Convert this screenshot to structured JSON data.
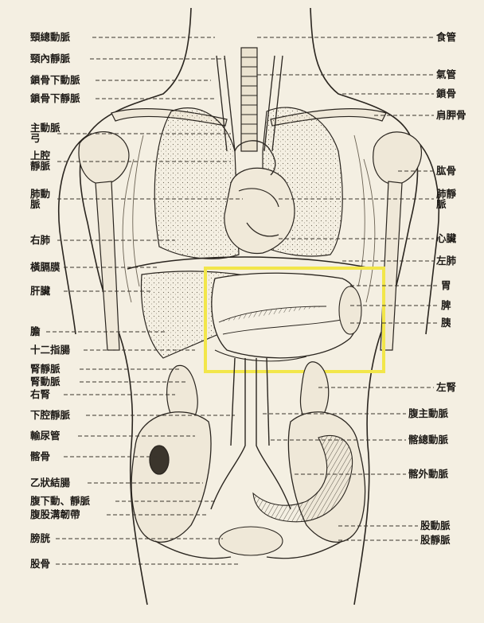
{
  "labels_left": [
    {
      "id": "l-jugular-carotid",
      "text": "頸總動脈"
    },
    {
      "id": "l-int-jugular",
      "text": "頸內靜脈"
    },
    {
      "id": "l-subclavian-a",
      "text": "鎖骨下動脈"
    },
    {
      "id": "l-subclavian-v",
      "text": "鎖骨下靜脈"
    },
    {
      "id": "l-aortic-arch-1",
      "text": "主動脈"
    },
    {
      "id": "l-aortic-arch-2",
      "text": "弓"
    },
    {
      "id": "l-svc-1",
      "text": "上腔"
    },
    {
      "id": "l-svc-2",
      "text": "靜脈"
    },
    {
      "id": "l-pulm-a-1",
      "text": "肺動"
    },
    {
      "id": "l-pulm-a-2",
      "text": "脈"
    },
    {
      "id": "l-right-lung",
      "text": "右肺"
    },
    {
      "id": "l-diaphragm",
      "text": "橫膈膜"
    },
    {
      "id": "l-liver",
      "text": "肝臟"
    },
    {
      "id": "l-gallbladder",
      "text": "膽"
    },
    {
      "id": "l-duodenum",
      "text": "十二指腸"
    },
    {
      "id": "l-renal-v",
      "text": "腎靜脈"
    },
    {
      "id": "l-renal-a",
      "text": "腎動脈"
    },
    {
      "id": "l-right-kidney",
      "text": "右腎"
    },
    {
      "id": "l-ivc",
      "text": "下腔靜脈"
    },
    {
      "id": "l-ureter",
      "text": "輸尿管"
    },
    {
      "id": "l-ilium",
      "text": "髂骨"
    },
    {
      "id": "l-sigmoid",
      "text": "乙狀結腸"
    },
    {
      "id": "l-hypogastric",
      "text": "腹下動、靜脈"
    },
    {
      "id": "l-inguinal",
      "text": "腹股溝韌帶"
    },
    {
      "id": "l-bladder",
      "text": "膀胱"
    },
    {
      "id": "l-pubis",
      "text": "股骨"
    }
  ],
  "labels_right": [
    {
      "id": "r-esophagus",
      "text": "食管"
    },
    {
      "id": "r-trachea",
      "text": "氣管"
    },
    {
      "id": "r-clavicle",
      "text": "鎖骨"
    },
    {
      "id": "r-scapula",
      "text": "肩胛骨"
    },
    {
      "id": "r-humerus",
      "text": "肱骨"
    },
    {
      "id": "r-pulm-v-1",
      "text": "肺靜"
    },
    {
      "id": "r-pulm-v-2",
      "text": "脈"
    },
    {
      "id": "r-heart",
      "text": "心臟"
    },
    {
      "id": "r-left-lung",
      "text": "左肺"
    },
    {
      "id": "r-stomach",
      "text": "胃"
    },
    {
      "id": "r-spleen",
      "text": "脾"
    },
    {
      "id": "r-pancreas",
      "text": "胰"
    },
    {
      "id": "r-left-kidney",
      "text": "左腎"
    },
    {
      "id": "r-abd-aorta",
      "text": "腹主動脈"
    },
    {
      "id": "r-common-iliac",
      "text": "髂總動脈"
    },
    {
      "id": "r-ext-iliac",
      "text": "髂外動脈"
    },
    {
      "id": "r-femoral-a",
      "text": "股動脈"
    },
    {
      "id": "r-femoral-v",
      "text": "股靜脈"
    }
  ],
  "colors": {
    "paper": "#f4efe2",
    "ink": "#1d1a16",
    "highlight": "#f2e64a"
  }
}
